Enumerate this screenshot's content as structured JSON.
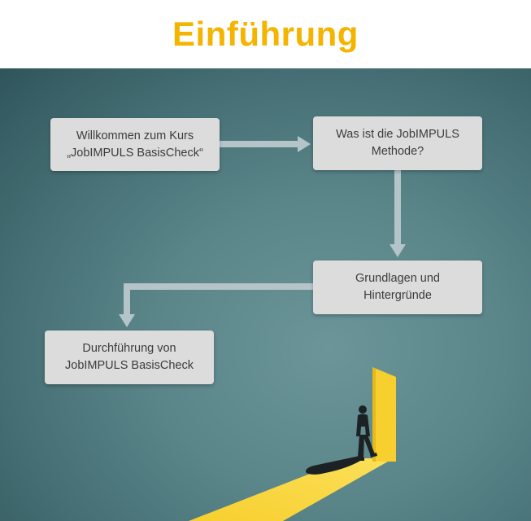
{
  "title": "Einführung",
  "colors": {
    "title": "#f4b400",
    "background": "#4e7a7f",
    "box_fill": "#dcdcdc",
    "box_text": "#3c3c3c",
    "arrow": "#b4c4c8",
    "light": "#f7cf2e"
  },
  "flow": {
    "steps": [
      {
        "line1": "Willkommen zum Kurs",
        "line2": "„JobIMPULS BasisCheck“"
      },
      {
        "line1": "Was ist die JobIMPULS",
        "line2": "Methode?"
      },
      {
        "line1": "Grundlagen und",
        "line2": "Hintergründe"
      },
      {
        "line1": "Durchführung von",
        "line2": "JobIMPULS BasisCheck"
      }
    ]
  },
  "illustration": {
    "doorway": "light-door-icon",
    "figure": "walking-person-icon"
  }
}
